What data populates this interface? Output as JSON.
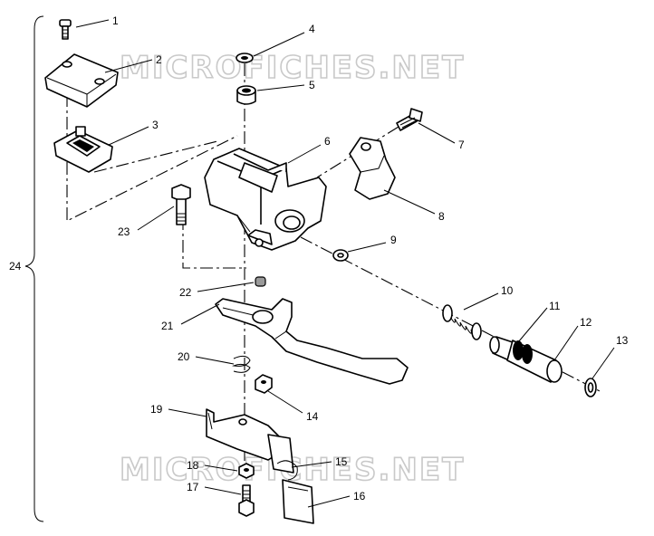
{
  "diagram": {
    "watermark_text": "MICROFICHES.NET",
    "assembly_label": "24",
    "callouts": [
      "1",
      "2",
      "3",
      "4",
      "5",
      "6",
      "7",
      "8",
      "9",
      "10",
      "11",
      "12",
      "13",
      "14",
      "15",
      "16",
      "17",
      "18",
      "19",
      "20",
      "21",
      "22",
      "23"
    ]
  }
}
